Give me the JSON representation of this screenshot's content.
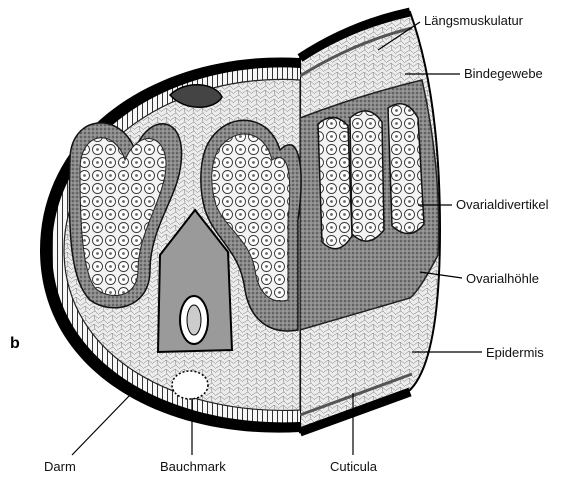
{
  "figure": {
    "panel_letter": "b",
    "labels": {
      "laengsmuskulatur": "Längsmuskulatur",
      "bindegewebe": "Bindegewebe",
      "ovarialdivertikel": "Ovarialdivertikel",
      "ovarialhoehle": "Ovarialhöhle",
      "epidermis": "Epidermis",
      "darm": "Darm",
      "bauchmark": "Bauchmark",
      "cuticula": "Cuticula"
    }
  },
  "colors": {
    "ink": "#111111",
    "paper": "#ffffff",
    "tissue": "#e9e9e9",
    "cavity_dark": "#5a5a5a"
  }
}
